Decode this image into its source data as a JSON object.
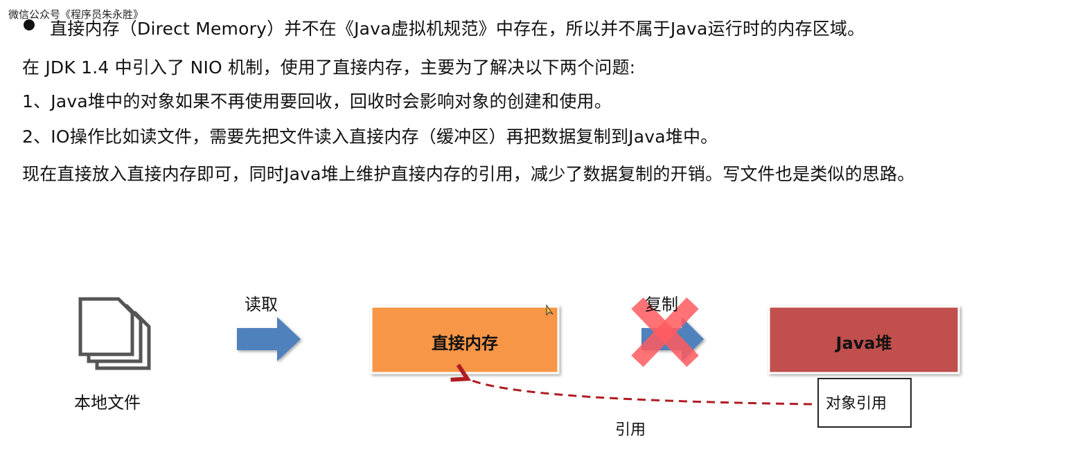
{
  "watermark": "微信公众号《程序员朱永胜》",
  "lines": [
    "直接内存（Direct Memory）并不在《Java虚拟机规范》中存在，所以并不属于Java运行时的内存区域。",
    "在 JDK 1.4 中引入了 NIO 机制，使用了直接内存，主要为了解决以下两个问题:",
    "1、Java堆中的对象如果不再使用要回收，回收时会影响对象的创建和使用。",
    "2、IO操作比如读文件，需要先把文件读入直接内存（缓冲区）再把数据复制到Java堆中。",
    "现在直接放入直接内存即可，同时Java堆上维护直接内存的引用，减少了数据复制的开销。写文件也是类似的思路。"
  ],
  "diagram": {
    "local_file": "本地文件",
    "read": "读取",
    "direct_memory": "直接内存",
    "copy": "复制",
    "java_heap": "Java堆",
    "object_ref": "对象引用",
    "reference": "引用",
    "colors": {
      "direct": "#F79646",
      "heap": "#C0504D",
      "arrow": "#4F81BD",
      "cross": "#FF5A5F",
      "dash": "#B01C22"
    }
  }
}
